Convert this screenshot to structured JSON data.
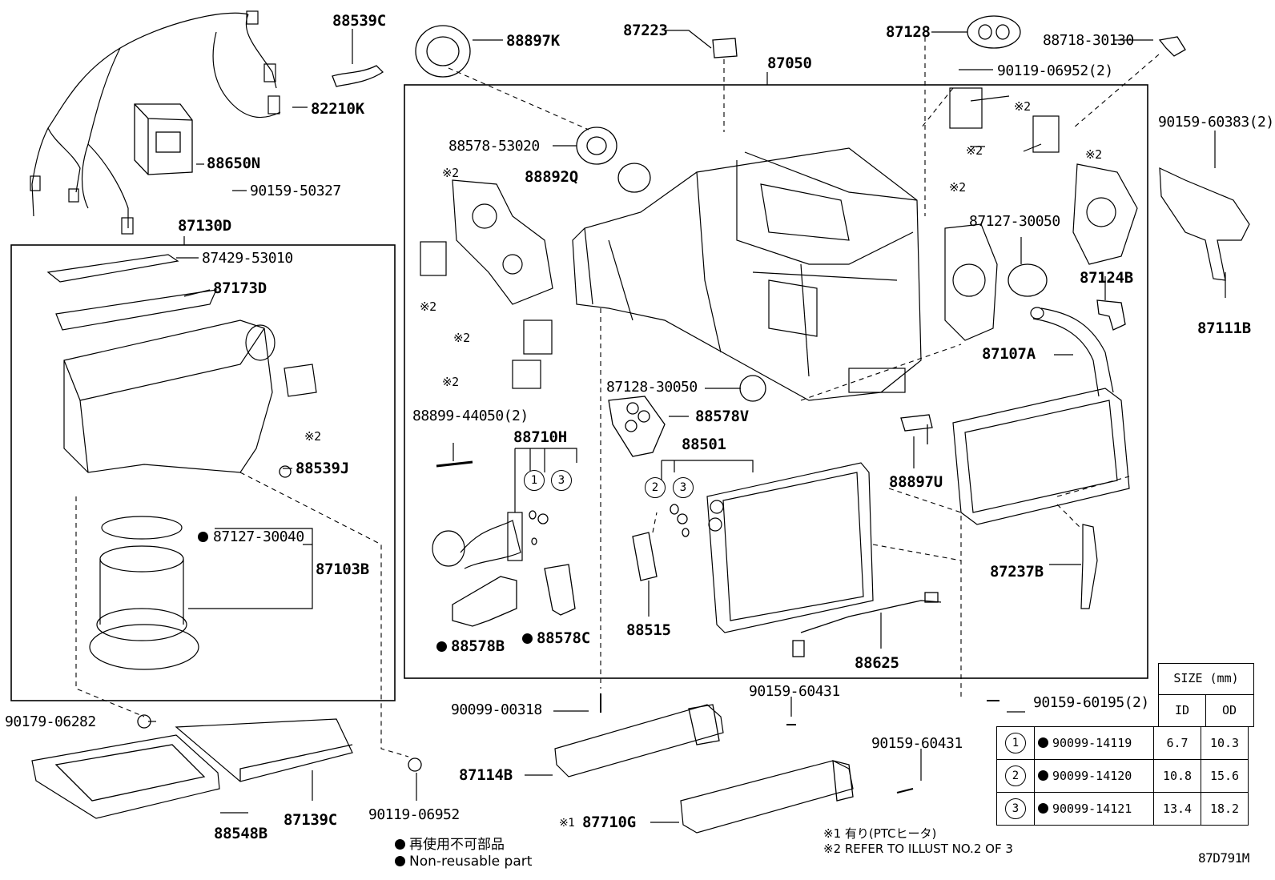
{
  "diagram_code": "87D791M",
  "labels": {
    "p88539C": "88539C",
    "p88897K": "88897K",
    "p87223": "87223",
    "p87128": "87128",
    "p88718_30130": "88718-30130",
    "p90119_06952_2": "90119-06952(2)",
    "p87050": "87050",
    "p82210K": "82210K",
    "p88650N": "88650N",
    "p90159_50327": "90159-50327",
    "p88578_53020": "88578-53020",
    "p88892Q": "88892Q",
    "p87130D": "87130D",
    "p87429_53010": "87429-53010",
    "p87173D": "87173D",
    "p90159_60383_2": "90159-60383(2)",
    "p87127_30050": "87127-30050",
    "p87124B": "87124B",
    "p87111B": "87111B",
    "p87107A": "87107A",
    "p87128_30050": "87128-30050",
    "p88578V": "88578V",
    "p88899_44050_2": "88899-44050(2)",
    "p88710H": "88710H",
    "p88501": "88501",
    "p88897U": "88897U",
    "p88539J": "88539J",
    "p87127_30040": "87127-30040",
    "p87103B": "87103B",
    "p87237B": "87237B",
    "p88515": "88515",
    "p88578B": "88578B",
    "p88578C": "88578C",
    "p88625": "88625",
    "p90099_00318": "90099-00318",
    "p90159_60431_a": "90159-60431",
    "p90159_60195_2": "90159-60195(2)",
    "p90179_06282": "90179-06282",
    "p90159_60431_b": "90159-60431",
    "p87114B": "87114B",
    "p87710G": "87710G",
    "p90119_06952": "90119-06952",
    "p88548B": "88548B",
    "p87139C": "87139C",
    "ref2": "※2",
    "ref1": "※1",
    "n1": "1",
    "n2": "2",
    "n3": "3"
  },
  "size_table": {
    "header": "SIZE (mm)",
    "col_id": "ID",
    "col_od": "OD",
    "rows": [
      {
        "no": "1",
        "part": "90099-14119",
        "id": "6.7",
        "od": "10.3"
      },
      {
        "no": "2",
        "part": "90099-14120",
        "id": "10.8",
        "od": "15.6"
      },
      {
        "no": "3",
        "part": "90099-14121",
        "id": "13.4",
        "od": "18.2"
      }
    ]
  },
  "notes": {
    "note1": "※1 有り(PTCヒータ)",
    "note2": "※2 REFER TO ILLUST NO.2 OF 3"
  },
  "legend": {
    "jp": "再使用不可部品",
    "en": "Non-reusable part"
  }
}
